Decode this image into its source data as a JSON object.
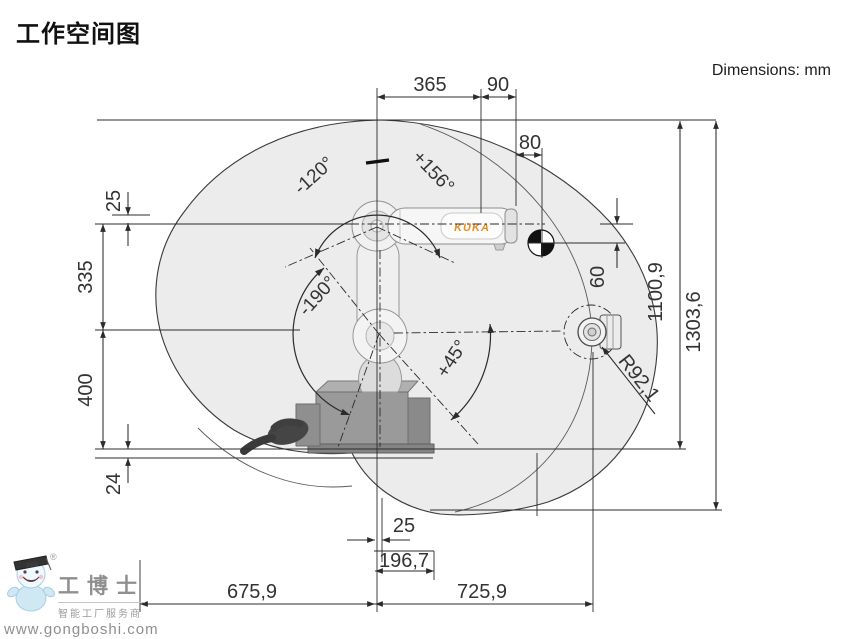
{
  "title": "工作空间图",
  "units_note": "Dimensions: mm",
  "robot": {
    "brand": "KUKA",
    "brand_color": "#ee8d18"
  },
  "dims": {
    "w365": "365",
    "w90": "90",
    "w80": "80",
    "h25_top": "25",
    "h335": "335",
    "h400": "400",
    "h24": "24",
    "h60": "60",
    "h1100_9": "1100,9",
    "h1303_6": "1303,6",
    "r92_1": "R92,1",
    "w25_bottom": "25",
    "w196_7": "196,7",
    "w675_9": "675,9",
    "w725_9": "725,9"
  },
  "angles": {
    "axis1_neg": "-120°",
    "axis1_pos": "+156°",
    "axis2": "-190°",
    "axis3": "+45°"
  },
  "watermark": {
    "brand": "工博士",
    "registered": "®",
    "tagline": "智能工厂服务商",
    "url": "www.gongboshi.com"
  },
  "colors": {
    "workspace_fill": "#ececec",
    "line": "#2b2b2b",
    "brand_orange": "#ee8d18",
    "watermark_gray": "#8f8f8f"
  }
}
